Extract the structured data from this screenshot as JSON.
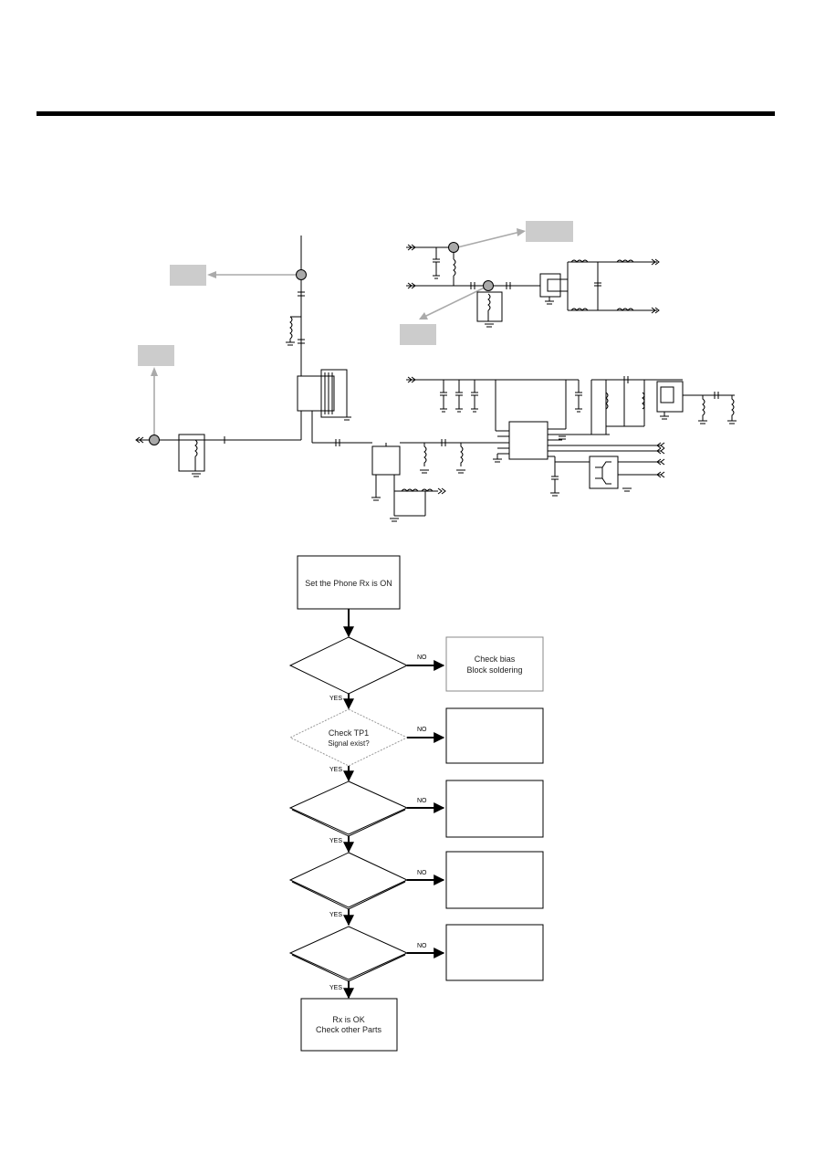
{
  "flowchart": {
    "start": {
      "line1": "Set the Phone Rx  is ON"
    },
    "check_bias": {
      "line1": "Check bias",
      "line2": "Block soldering"
    },
    "decision_tp1": {
      "line1": "Check TP1",
      "line2": "Signal exist?"
    },
    "end": {
      "line1": "Rx is OK",
      "line2": "Check other Parts"
    },
    "no_label": "NO",
    "yes_label": "YES"
  },
  "colors": {
    "test_point": "#a9a9a9",
    "callout_box": "#cccccc",
    "arrow": "#aaaaaa"
  }
}
